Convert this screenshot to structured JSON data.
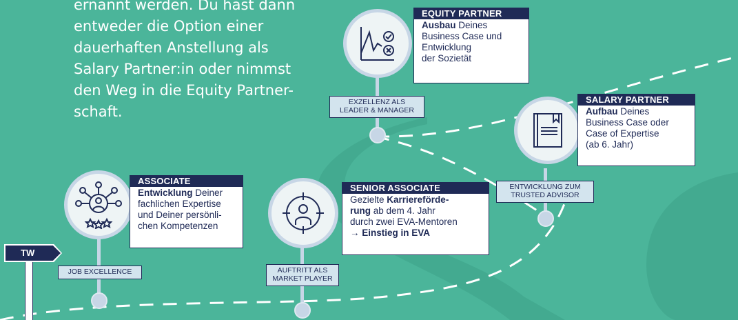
{
  "intro": {
    "lines": [
      "ernannt werden. Du hast dann",
      "entweder die Option einer",
      "dauerhaften Anstellung als",
      "Salary Partner:in oder nimmst",
      "den Weg in die Equity Partner-",
      "schaft."
    ]
  },
  "signpost": {
    "label": "TW"
  },
  "stages": {
    "associate": {
      "title": "ASSOCIATE",
      "body": [
        "Entwicklung",
        " Deiner",
        "fachlichen Expertise",
        "und Deiner persönli-",
        "chen Kompetenzen"
      ],
      "tag": "JOB EXCELLENCE",
      "icon": "network-people-stars-icon"
    },
    "senior_associate": {
      "title": "SENIOR ASSOCIATE",
      "body": [
        "Gezielte ",
        "Karriereförde-",
        "rung",
        " ab dem 4. Jahr",
        "durch zwei EVA-Mentoren",
        "→ Einstieg in EVA"
      ],
      "tag": [
        "AUFTRITT ALS",
        "MARKET PLAYER"
      ],
      "icon": "target-person-icon"
    },
    "salary_partner": {
      "title": "SALARY PARTNER",
      "body": [
        "Aufbau",
        " Deines",
        "Business Case oder",
        "Case of Expertise",
        "(ab 6. Jahr)"
      ],
      "tag": [
        "ENTWICKLUNG ZUM",
        "TRUSTED ADVISOR"
      ],
      "icon": "book-icon"
    },
    "equity_partner": {
      "title": "EQUITY PARTNER",
      "body": [
        "Ausbau",
        " Deines",
        "Business Case und",
        "Entwicklung",
        "der Sozietät"
      ],
      "tag": [
        "EXZELLENZ ALS",
        "LEADER & MANAGER"
      ],
      "icon": "chart-check-cross-icon"
    }
  },
  "colors": {
    "background": "#4bb59a",
    "navy": "#1f2a56",
    "pin": "#c7d6e6",
    "tag": "#d3e4ee"
  }
}
